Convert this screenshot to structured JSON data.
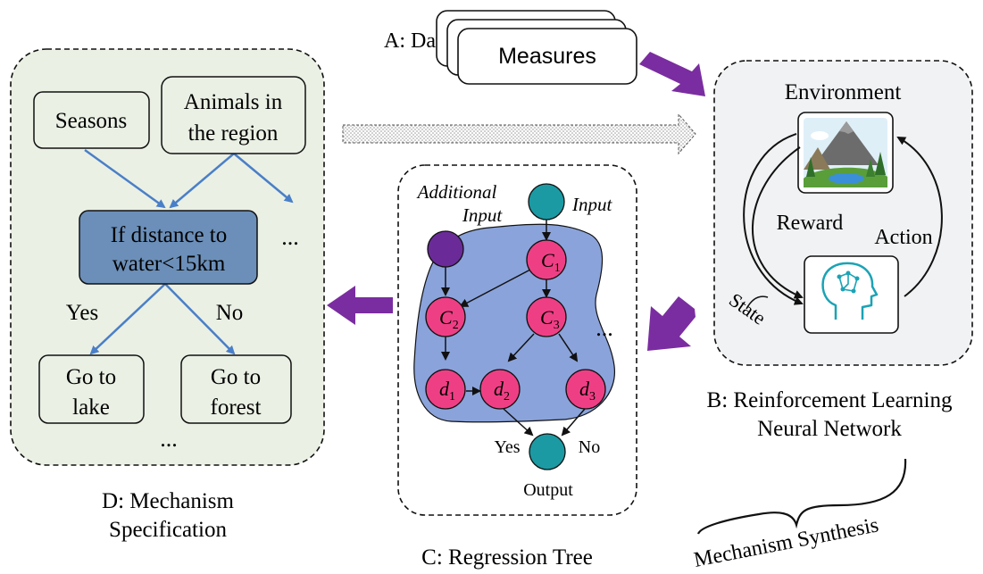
{
  "colors": {
    "panel_green": "#eaf0e4",
    "panel_gray": "#f1f2f3",
    "decision_fill": "#6b8fb8",
    "tree_region": "#8aa3db",
    "node_pink": "#ef3f84",
    "node_teal": "#1b9aa3",
    "node_purple": "#6a2b98",
    "arrow_purple": "#7a2da0",
    "edge_blue": "#4a7fc8"
  },
  "data_panel": {
    "label": "A: Data",
    "card_text": "Measures"
  },
  "rl_panel": {
    "environment_label": "Environment",
    "reward_label": "Reward",
    "action_label": "Action",
    "state_label": "State",
    "caption_line1": "B: Reinforcement Learning",
    "caption_line2": "Neural Network",
    "environment_icon": "landscape-icon",
    "agent_icon": "ai-head-icon"
  },
  "tree_panel": {
    "additional_input_line1": "Additional",
    "additional_input_line2": "Input",
    "input_label": "Input",
    "nodes": {
      "c1": {
        "base": "C",
        "sub": "1"
      },
      "c2": {
        "base": "C",
        "sub": "2"
      },
      "c3": {
        "base": "C",
        "sub": "3"
      },
      "d1": {
        "base": "d",
        "sub": "1"
      },
      "d2": {
        "base": "d",
        "sub": "2"
      },
      "d3": {
        "base": "d",
        "sub": "3"
      }
    },
    "ellipsis": "...",
    "yes_label": "Yes",
    "no_label": "No",
    "output_label": "Output",
    "caption": "C: Regression Tree"
  },
  "spec_panel": {
    "seasons": "Seasons",
    "animals_line1": "Animals in",
    "animals_line2": "the region",
    "ellipsis_right": "...",
    "decision_line1": "If  distance to",
    "decision_line2": "water<15km",
    "yes_label": "Yes",
    "no_label": "No",
    "lake_line1": "Go to",
    "lake_line2": "lake",
    "forest_line1": "Go to",
    "forest_line2": "forest",
    "ellipsis_bottom": "...",
    "caption_line1": "D: Mechanism",
    "caption_line2": "Specification"
  },
  "synthesis_label": "Mechanism Synthesis"
}
